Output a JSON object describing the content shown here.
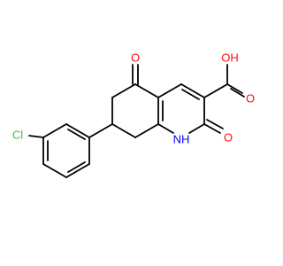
{
  "molecule": {
    "atoms": {
      "chlorine": {
        "label": "Cl",
        "color": "#3fc03f"
      },
      "ketone_oxygen": {
        "label": "O",
        "color": "#ff0d0d"
      },
      "hydroxyl": {
        "label": "OH",
        "color": "#ff0d0d"
      },
      "carbonyl_oxygen": {
        "label": "O",
        "color": "#ff0d0d"
      },
      "amide_oxygen": {
        "label": "O",
        "color": "#ff0d0d"
      },
      "ring_nitrogen": {
        "label": "NH",
        "color": "#0000ff"
      }
    },
    "bond_color": "#000000"
  }
}
